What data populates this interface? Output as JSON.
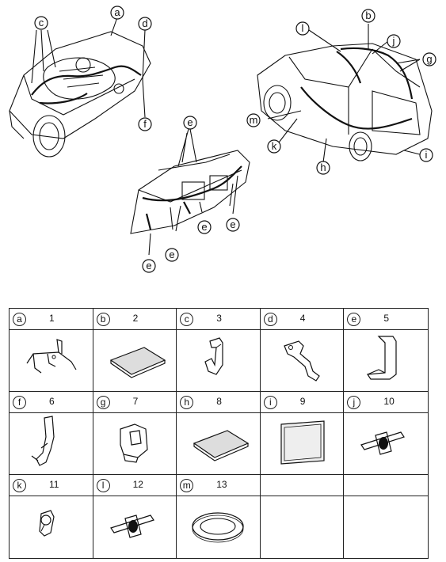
{
  "callouts": {
    "a": "a",
    "b": "b",
    "c": "c",
    "d": "d",
    "e": "e",
    "f": "f",
    "g": "g",
    "h": "h",
    "i": "i",
    "j": "j",
    "k": "k",
    "l": "l",
    "m": "m"
  },
  "parts": [
    {
      "letter": "a",
      "number": "1",
      "icon": "bracket-clip-icon"
    },
    {
      "letter": "b",
      "number": "2",
      "icon": "foam-pad-icon"
    },
    {
      "letter": "c",
      "number": "3",
      "icon": "hook-clip-icon"
    },
    {
      "letter": "d",
      "number": "4",
      "icon": "angled-bracket-icon"
    },
    {
      "letter": "e",
      "number": "5",
      "icon": "band-clip-icon"
    },
    {
      "letter": "f",
      "number": "6",
      "icon": "long-clip-icon"
    },
    {
      "letter": "g",
      "number": "7",
      "icon": "holder-clip-icon"
    },
    {
      "letter": "h",
      "number": "8",
      "icon": "foam-pad-icon"
    },
    {
      "letter": "i",
      "number": "9",
      "icon": "tape-sheet-icon"
    },
    {
      "letter": "j",
      "number": "10",
      "icon": "tie-clip-icon"
    },
    {
      "letter": "k",
      "number": "11",
      "icon": "small-clip-icon"
    },
    {
      "letter": "l",
      "number": "12",
      "icon": "tie-clip-icon"
    },
    {
      "letter": "m",
      "number": "13",
      "icon": "grommet-icon"
    },
    {
      "letter": "",
      "number": "",
      "icon": ""
    },
    {
      "letter": "",
      "number": "",
      "icon": ""
    }
  ]
}
